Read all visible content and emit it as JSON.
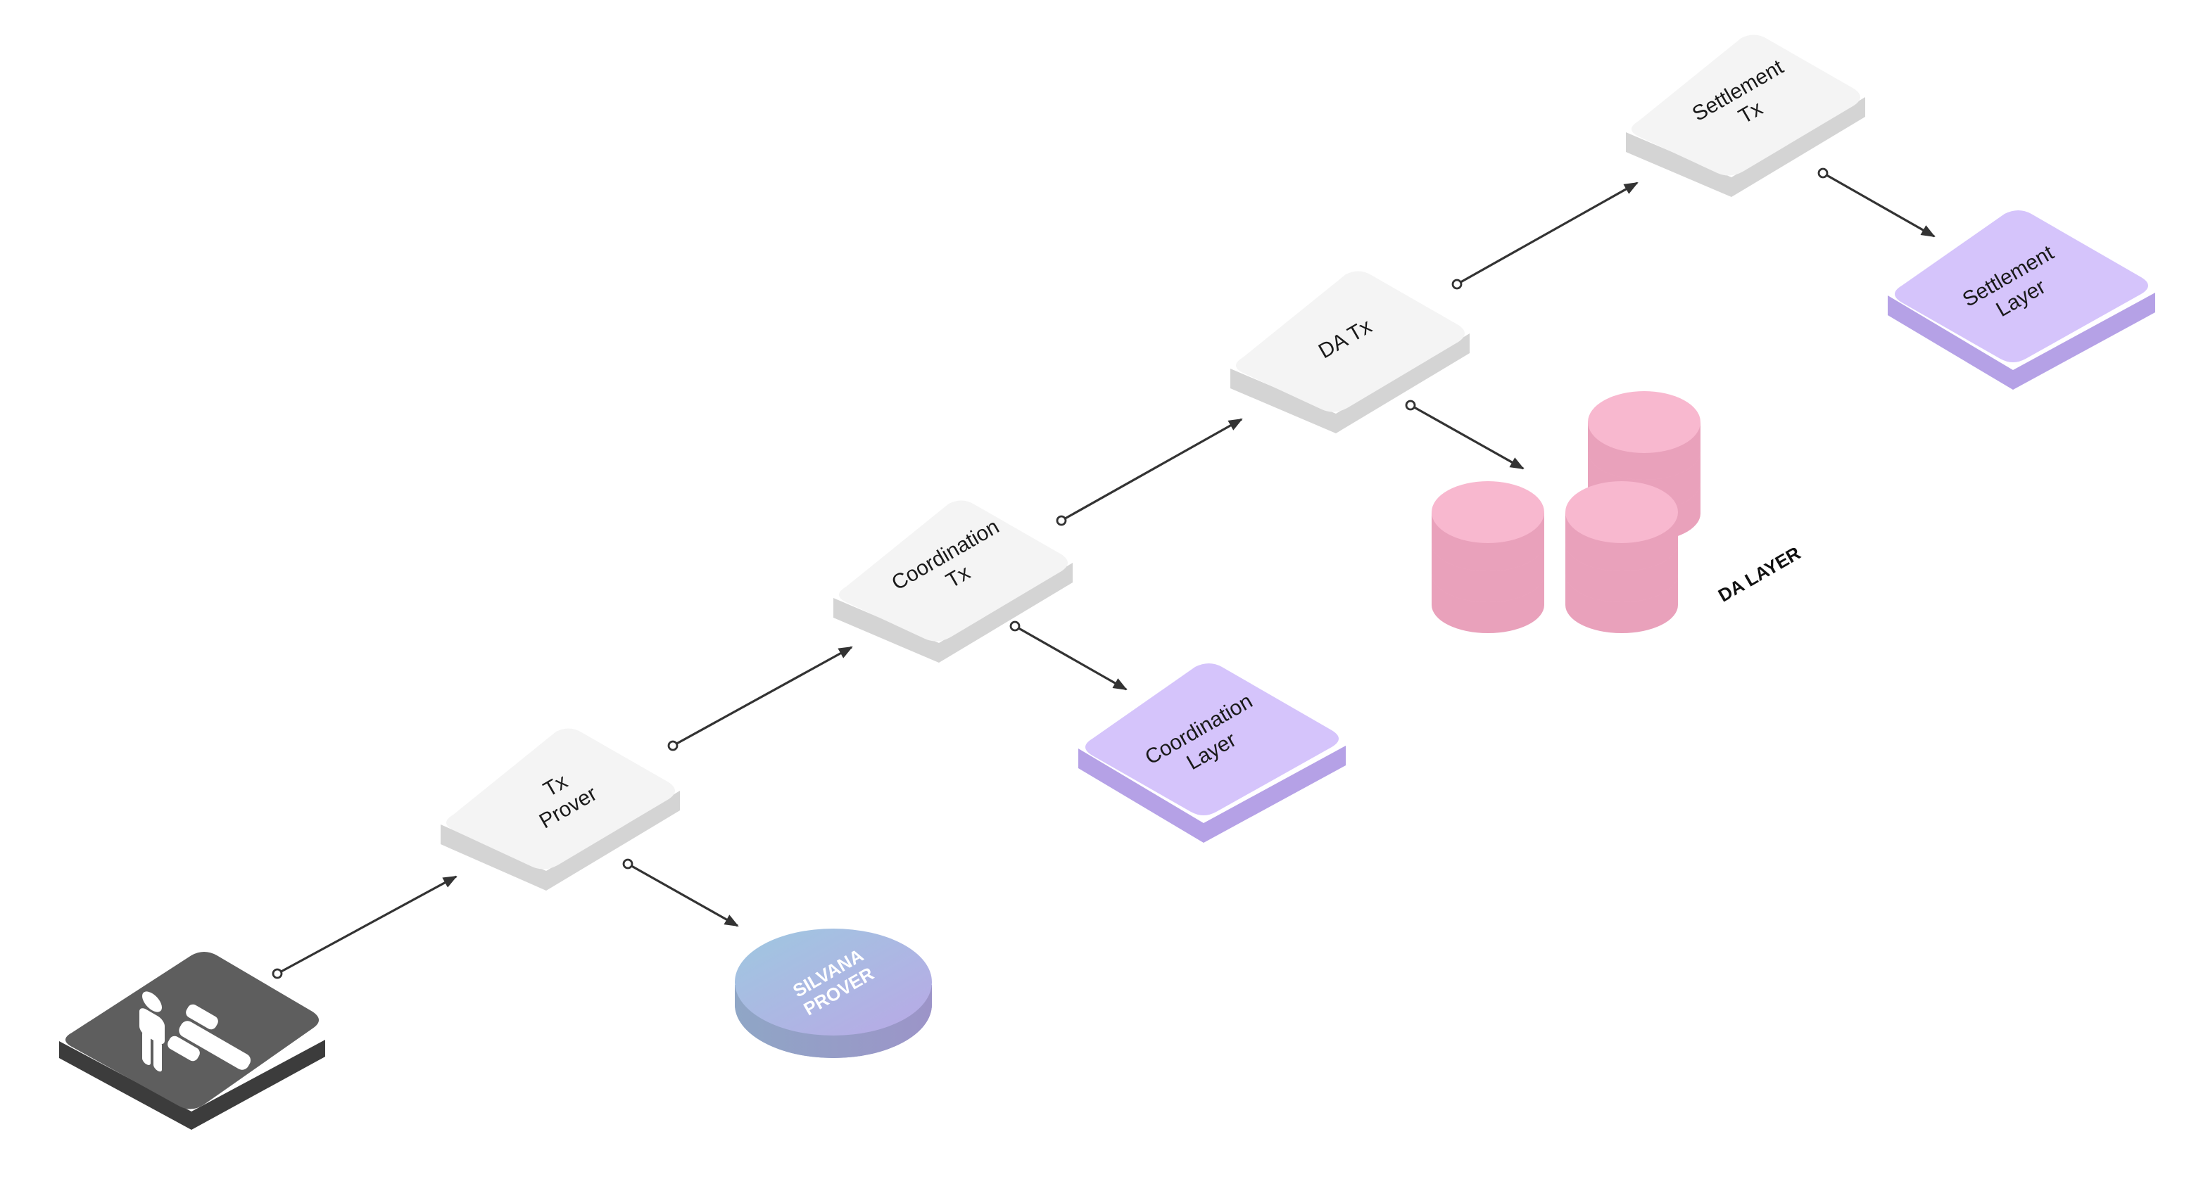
{
  "nodes": {
    "user": {
      "icon": "person-icon"
    },
    "tx_prover": {
      "line1": "Tx",
      "line2": "Prover"
    },
    "coordination_tx": {
      "line1": "Coordination",
      "line2": "Tx"
    },
    "da_tx": {
      "line1": "DA Tx"
    },
    "settlement_tx": {
      "line1": "Settlement",
      "line2": "Tx"
    },
    "silvana_prover": {
      "line1": "SILVANA",
      "line2": "PROVER"
    },
    "coordination_layer": {
      "line1": "Coordination",
      "line2": "Layer"
    },
    "settlement_layer": {
      "line1": "Settlement",
      "line2": "Layer"
    },
    "da_layer": {
      "caption": "DA LAYER"
    }
  },
  "colors": {
    "tx_top": "#f4f4f4",
    "tx_side": "#d4d4d4",
    "layer_top": "#d5c4fb",
    "layer_side": "#b5a1e6",
    "user_top": "#5e5e5e",
    "user_side": "#3c3c3c",
    "db_top": "#f8b8cf",
    "db_side": "#e9a1bb",
    "arrow": "#333333"
  },
  "edges": [
    {
      "from": "user",
      "to": "tx_prover"
    },
    {
      "from": "tx_prover",
      "to": "coordination_tx"
    },
    {
      "from": "tx_prover",
      "to": "silvana_prover"
    },
    {
      "from": "coordination_tx",
      "to": "da_tx"
    },
    {
      "from": "coordination_tx",
      "to": "coordination_layer"
    },
    {
      "from": "da_tx",
      "to": "settlement_tx"
    },
    {
      "from": "da_tx",
      "to": "da_layer"
    },
    {
      "from": "settlement_tx",
      "to": "settlement_layer"
    }
  ]
}
